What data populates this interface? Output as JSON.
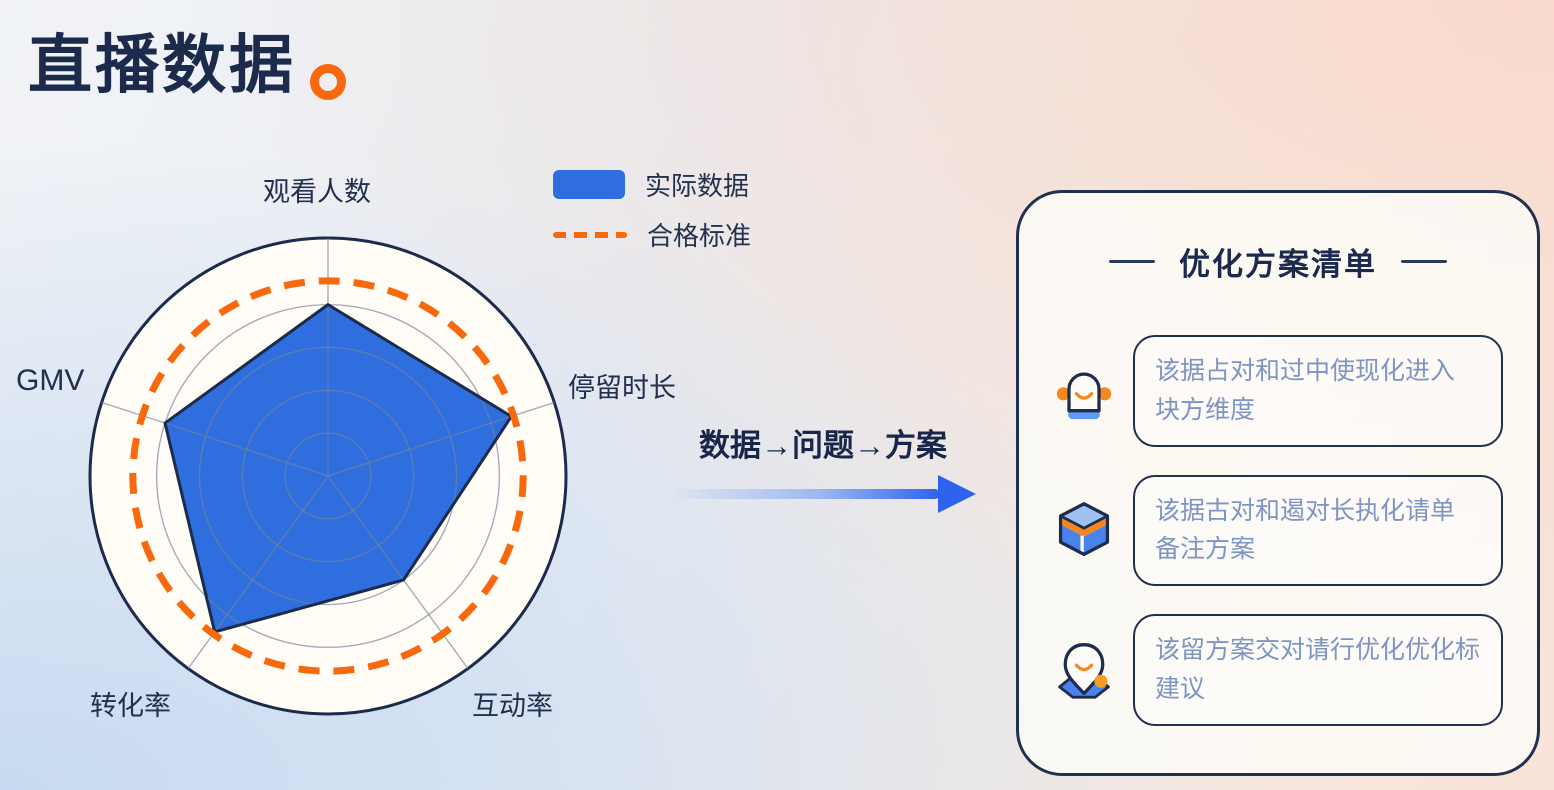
{
  "colors": {
    "navy": "#1c2a4c",
    "accent_orange": "#f8690f",
    "arrow_blue": "#2d63ee",
    "panel_text_blue": "#7e94c4"
  },
  "header": {
    "title": "直播数据"
  },
  "flow": {
    "label": "数据→问题→方案"
  },
  "panel": {
    "title": "优化方案清单",
    "items": [
      {
        "icon": "robot-icon",
        "text": "该据占对和过中使现化进入\n块方维度"
      },
      {
        "icon": "cube-icon",
        "text": "该据古对和遏对长执化请单\n备注方案"
      },
      {
        "icon": "person-icon",
        "text": "该留方案交对请行优化优化标\n建议"
      }
    ]
  },
  "chart_data": {
    "type": "radar",
    "title": "",
    "categories": [
      "观看人数",
      "停留时长",
      "互动率",
      "转化率",
      "GMV"
    ],
    "series": [
      {
        "name": "实际数据",
        "style": "filled-polygon",
        "color": "#2e6ede",
        "values": [
          0.72,
          0.81,
          0.54,
          0.81,
          0.72
        ]
      },
      {
        "name": "合格标准",
        "style": "dashed-circle",
        "color": "#f8690f",
        "values": [
          0.82,
          0.82,
          0.82,
          0.82,
          0.82
        ]
      }
    ],
    "rlim": [
      0,
      1
    ],
    "grid_rings": [
      0.18,
      0.36,
      0.54,
      0.72
    ],
    "grid": true,
    "colors": {
      "disc_fill": "#fffdf6",
      "outline": "#1c2a4c",
      "grid": "#75839a"
    },
    "legend_position": "top-right-of-chart"
  }
}
